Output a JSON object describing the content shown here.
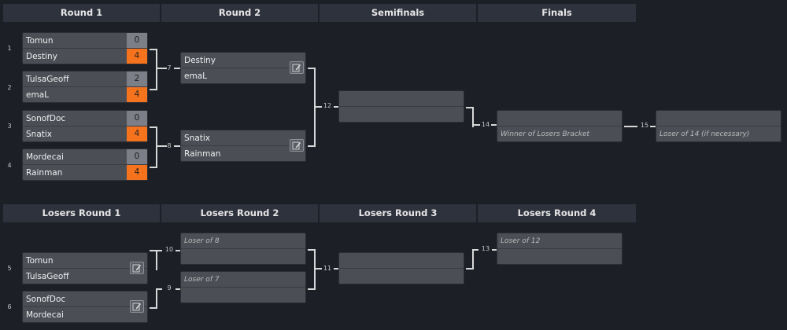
{
  "winners_rounds": [
    "Round 1",
    "Round 2",
    "Semifinals",
    "Finals"
  ],
  "losers_rounds": [
    "Losers Round 1",
    "Losers Round 2",
    "Losers Round 3",
    "Losers Round 4"
  ],
  "matches": {
    "m1": {
      "num": "1",
      "p1": "Tomun",
      "s1": "0",
      "p2": "Destiny",
      "s2": "4"
    },
    "m2": {
      "num": "2",
      "p1": "TulsaGeoff",
      "s1": "2",
      "p2": "emaL",
      "s2": "4"
    },
    "m3": {
      "num": "3",
      "p1": "SonofDoc",
      "s1": "0",
      "p2": "Snatix",
      "s2": "4"
    },
    "m4": {
      "num": "4",
      "p1": "Mordecai",
      "s1": "0",
      "p2": "Rainman",
      "s2": "4"
    },
    "m7": {
      "num": "7",
      "p1": "Destiny",
      "p2": "emaL"
    },
    "m8": {
      "num": "8",
      "p1": "Snatix",
      "p2": "Rainman"
    },
    "m12": {
      "num": "12"
    },
    "m14": {
      "num": "14",
      "p2_placeholder": "Winner of Losers Bracket"
    },
    "m15": {
      "num": "15",
      "p2_placeholder": "Loser of 14 (if necessary)"
    },
    "m5": {
      "num": "5",
      "p1": "Tomun",
      "p2": "TulsaGeoff"
    },
    "m6": {
      "num": "6",
      "p1": "SonofDoc",
      "p2": "Mordecai"
    },
    "m10": {
      "num": "10",
      "p1_placeholder": "Loser of 8"
    },
    "m9": {
      "num": "9",
      "p1_placeholder": "Loser of 7"
    },
    "m11": {
      "num": "11"
    },
    "m13": {
      "num": "13",
      "p1_placeholder": "Loser of 12"
    }
  },
  "colors": {
    "background": "#1c1f26",
    "header": "#2e323d",
    "match": "#4b4e55",
    "winner_score": "#f6731e",
    "loser_score": "#7c7f87"
  },
  "icons": {
    "edit": "pencil-edit-icon"
  }
}
